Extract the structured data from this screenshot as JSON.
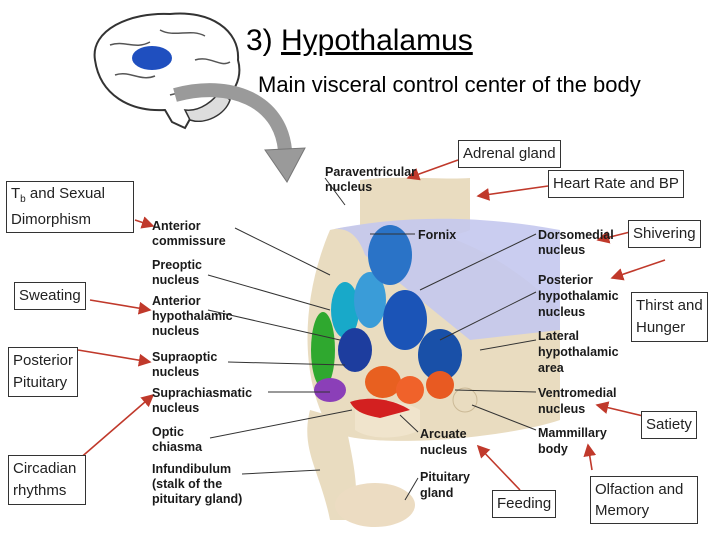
{
  "slide": {
    "title_prefix": "3) ",
    "title_main": "Hypothalamus",
    "subtitle": "Main visceral control center of the body"
  },
  "boxes": {
    "adrenal": "Adrenal gland",
    "heart": "Heart Rate and BP",
    "tb_line1_prefix": "T",
    "tb_sub": "b",
    "tb_line1_suffix": " and Sexual",
    "tb_line2": "Dimorphism",
    "shivering": "Shivering",
    "sweating": "Sweating",
    "thirst_line1": "Thirst and",
    "thirst_line2": "Hunger",
    "posterior_line1": "Posterior",
    "posterior_line2": "Pituitary",
    "satiety": "Satiety",
    "circadian_line1": "Circadian",
    "circadian_line2": "rhythms",
    "feeding": "Feeding",
    "olfaction_line1": "Olfaction and",
    "olfaction_line2": "Memory"
  },
  "labels": {
    "paraventricular_1": "Paraventricular",
    "paraventricular_2": "nucleus",
    "anterior_commissure_1": "Anterior",
    "anterior_commissure_2": "commissure",
    "preoptic_1": "Preoptic",
    "preoptic_2": "nucleus",
    "anterior_hypo_1": "Anterior",
    "anterior_hypo_2": "hypothalamic",
    "anterior_hypo_3": "nucleus",
    "supraoptic_1": "Supraoptic",
    "supraoptic_2": "nucleus",
    "suprachiasmatic_1": "Suprachiasmatic",
    "suprachiasmatic_2": "nucleus",
    "optic_1": "Optic",
    "optic_2": "chiasma",
    "infundibulum_1": "Infundibulum",
    "infundibulum_2": "(stalk of the",
    "infundibulum_3": "pituitary gland)",
    "fornix": "Fornix",
    "dorsomedial_1": "Dorsomedial",
    "dorsomedial_2": "nucleus",
    "posterior_hypo_1": "Posterior",
    "posterior_hypo_2": "hypothalamic",
    "posterior_hypo_3": "nucleus",
    "lateral_1": "Lateral",
    "lateral_2": "hypothalamic",
    "lateral_3": "area",
    "ventromedial_1": "Ventromedial",
    "ventromedial_2": "nucleus",
    "arcuate_1": "Arcuate",
    "arcuate_2": "nucleus",
    "mammillary_1": "Mammillary",
    "mammillary_2": "body",
    "pituitary_1": "Pituitary",
    "pituitary_2": "gland"
  },
  "colors": {
    "arrow": "#c0392b",
    "brain_highlight": "#1f4fbf",
    "big_arrow": "#9a9a9a",
    "ventricle": "#b9bde8",
    "tissue": "#e9dcc0"
  }
}
